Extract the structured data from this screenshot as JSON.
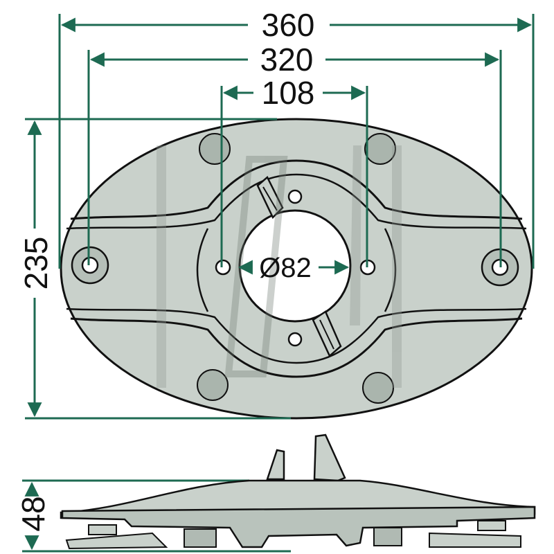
{
  "colors": {
    "dimension_line": "#1d6a52",
    "plate_fill": "#c9d1cb",
    "plate_shade": "#9aa69e",
    "outline": "#111111",
    "watermark": "#a9b0ab"
  },
  "dimensions": {
    "width_outer": "360",
    "width_bolt": "320",
    "width_inner": "108",
    "height": "235",
    "bore": "Ø82",
    "thickness": "48"
  }
}
